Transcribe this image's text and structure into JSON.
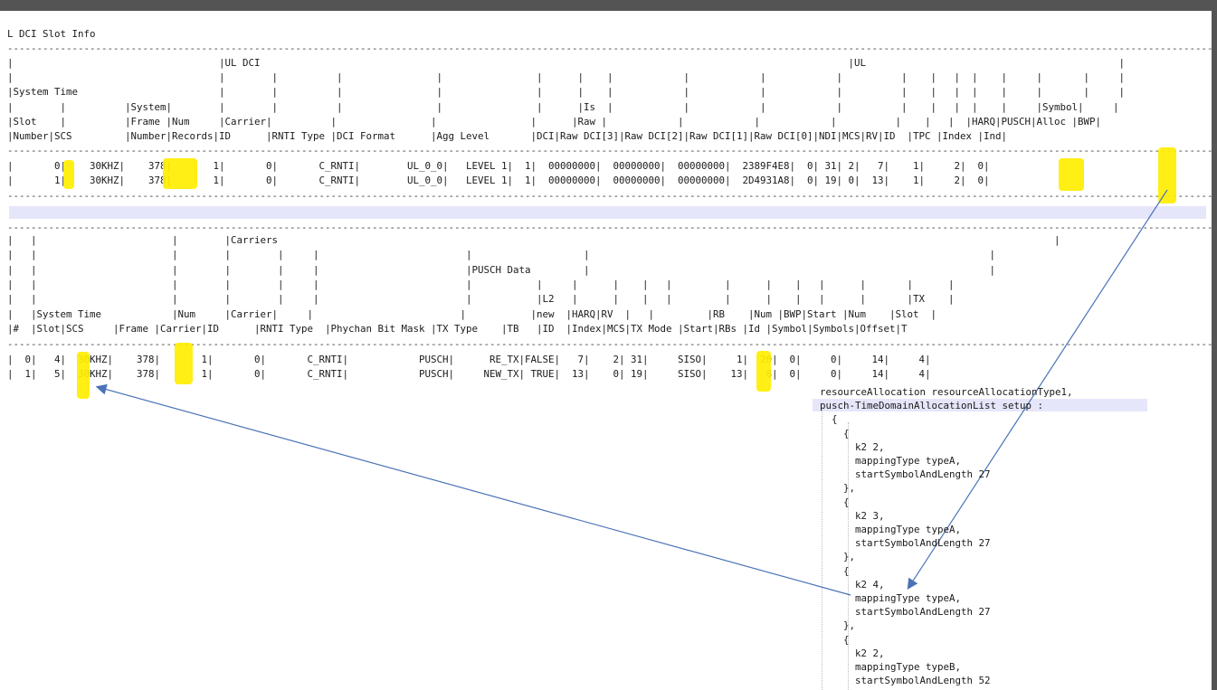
{
  "title": "L DCI Slot Info",
  "dci_table": {
    "header_lines": [
      "|                                   |UL DCI                                                                                                    |UL                                           |",
      "|                                   |        |          |                |                |      |    |            |            |            |          |    |   |  |    |     |       |     |",
      "|System Time                        |        |          |                |                |      |    |            |            |            |          |    |   |  |    |     |       |     |",
      "|        |          |System|        |        |          |                |                |      |Is  |            |            |            |          |    |   |  |    |     |Symbol|     |",
      "|Slot    |          |Frame |Num     |Carrier|          |                |                |      |Raw |            |            |            |          |    |   |  |HARQ|PUSCH|Alloc |BWP|",
      "|Number|SCS         |Number|Records|ID      |RNTI Type |DCI Format      |Agg Level       |DCI|Raw DCI[3]|Raw DCI[2]|Raw DCI[1]|Raw DCI[0]|NDI|MCS|RV|ID  |TPC |Index |Ind|"
    ],
    "rows": [
      "|       0|    30KHZ|    378|       1|       0|       C_RNTI|        UL_0_0|   LEVEL 1|  1|  00000000|  00000000|  00000000|  2389F4E8|  0| 31| 2|   7|    1|     2|  0|",
      "|       1|    30KHZ|    378|       1|       0|       C_RNTI|        UL_0_0|   LEVEL 1|  1|  00000000|  00000000|  00000000|  2D4931A8|  0| 19| 0|  13|    1|     2|  0|"
    ]
  },
  "pusch_table": {
    "header_lines": [
      "|   |                       |        |Carriers                                                                                                                                    |",
      "|   |                       |        |        |     |                         |                   |                                                                    |",
      "|   |                       |        |        |     |                         |PUSCH Data         |                                                                    |",
      "|   |                       |        |        |     |                         |           |     |      |    |   |         |      |    |   |      |       |      |",
      "|   |                       |        |        |     |                         |           |L2   |      |    |   |         |      |    |   |      |       |TX    |",
      "|   |System Time            |Num     |Carrier|     |                         |           |new  |HARQ|RV  |   |         |RB    |Num |BWP|Start |Num    |Slot  |",
      "|#  |Slot|SCS     |Frame |Carrier|ID      |RNTI Type  |Phychan Bit Mask |TX Type    |TB   |ID  |Index|MCS|TX Mode |Start|RBs |Id |Symbol|Symbols|Offset|T"
    ],
    "rows": [
      "|  0|   4|  30KHZ|    378|       1|       0|       C_RNTI|            PUSCH|      RE_TX|FALSE|   7|    2| 31|     SISO|     1|  20|  0|     0|     14|     4|",
      "|  1|   5|  30KHZ|    378|       1|       0|       C_RNTI|            PUSCH|     NEW_TX| TRUE|  13|    0| 19|     SISO|    13|   8|  0|     0|     14|     4|"
    ]
  },
  "config_lines": [
    "resourceAllocation resourceAllocationType1,",
    "pusch-TimeDomainAllocationList setup :",
    "  {",
    "    {",
    "      k2 2,",
    "      mappingType typeA,",
    "      startSymbolAndLength 27",
    "    },",
    "    {",
    "      k2 3,",
    "      mappingType typeA,",
    "      startSymbolAndLength 27",
    "    },",
    "    {",
    "      k2 4,",
    "      mappingType typeA,",
    "      startSymbolAndLength 27",
    "    },",
    "    {",
    "      k2 2,",
    "      mappingType typeB,",
    "      startSymbolAndLength 52"
  ],
  "colors": {
    "highlight": "#ffee00",
    "arrow": "#4a73b8",
    "band": "#e6e6fb",
    "text": "#1a1a1a",
    "frame": "#545454"
  }
}
